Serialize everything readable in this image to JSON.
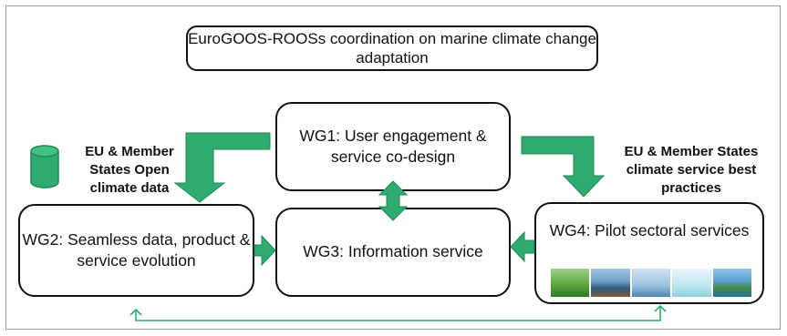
{
  "title": "EuroGOOS-ROOSs coordination on marine climate change adaptation",
  "nodes": {
    "wg1": "WG1: User engagement & service co-design",
    "wg2": "WG2: Seamless data, product & service evolution",
    "wg3": "WG3: Information service",
    "wg4": "WG4: Pilot sectoral services"
  },
  "labels": {
    "left": "EU & Member States Open climate data",
    "right": "EU & Member States climate service best practices"
  },
  "icons": {
    "database": "database-cylinder-icon"
  },
  "colors": {
    "arrow": "#2eab6f",
    "arrow_dark": "#1f8a56",
    "border": "#111111"
  },
  "photos": [
    "grass field",
    "ship at sea",
    "offshore wind turbines",
    "fish and aquaculture illustration",
    "tropical island coast"
  ]
}
